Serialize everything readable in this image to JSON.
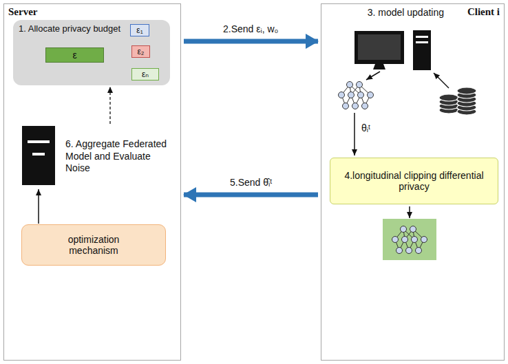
{
  "diagram": {
    "nodes": [
      {
        "text": [
          "Server"
        ]
      },
      {
        "text": [
          "Client i"
        ]
      },
      {
        "text": [
          "1. Allocate privacy budget"
        ],
        "in": 0
      },
      {
        "text": [
          "ε"
        ],
        "in": 2
      },
      {
        "text": [
          "ε₁"
        ],
        "in": 2
      },
      {
        "text": [
          "ε₂"
        ],
        "in": 2
      },
      {
        "text": [
          "εₙ"
        ],
        "in": 2
      },
      {
        "text": [
          "6. Aggregate Federated Model and Evaluate Noise"
        ],
        "in": 0
      },
      {
        "text": [
          "optimization mechanism"
        ],
        "in": 0
      },
      {
        "text": [
          "3. model updating"
        ],
        "in": 1
      },
      {
        "text": [
          "4.longitudinal clipping differential privacy"
        ],
        "in": 1
      }
    ],
    "edges": [
      {
        "from": 0,
        "to": 1,
        "arrow": "to",
        "label": "2.Send εᵢ, w₀"
      },
      {
        "from": 1,
        "to": 0,
        "arrow": "to",
        "label": "5.Send θ̂ᵢᵗ"
      },
      {
        "from": 3,
        "to": 4,
        "arrow": "to"
      },
      {
        "from": 3,
        "to": 5,
        "arrow": "to"
      },
      {
        "from": 3,
        "to": 6,
        "arrow": "to"
      },
      {
        "from": 8,
        "to": 7,
        "arrow": "to"
      },
      {
        "from": 7,
        "to": 2,
        "arrow": "to"
      }
    ],
    "labels": [
      "θᵢᵗ"
    ]
  }
}
